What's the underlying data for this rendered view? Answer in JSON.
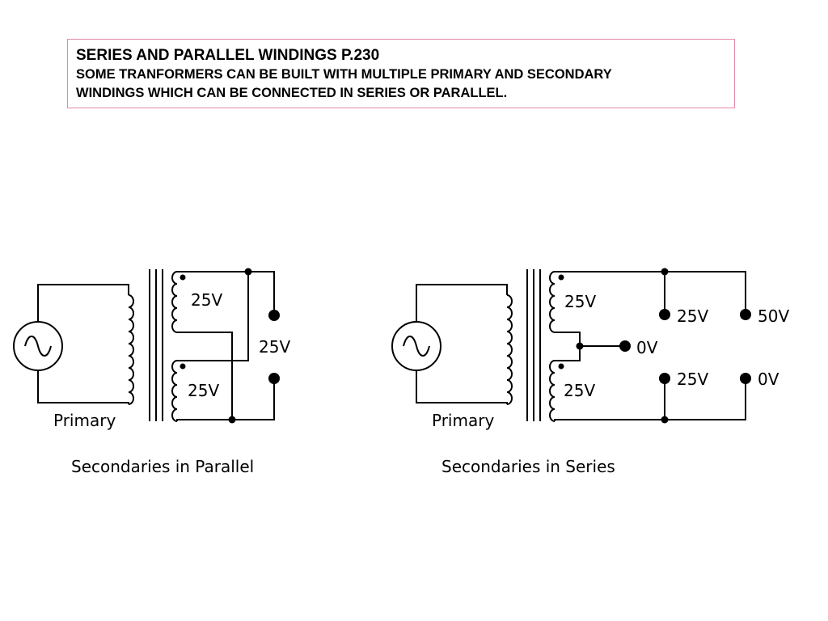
{
  "title": {
    "heading": "SERIES AND PARALLEL WINDINGS P.230",
    "line2": "SOME TRANFORMERS CAN BE BUILT WITH MULTIPLE PRIMARY AND SECONDARY",
    "line3": "WINDINGS WHICH CAN BE CONNECTED IN SERIES OR PARALLEL."
  },
  "parallel": {
    "primary_label": "Primary",
    "upper_secondary_label": "25V",
    "lower_secondary_label": "25V",
    "output_label": "25V",
    "caption": "Secondaries in Parallel"
  },
  "series": {
    "primary_label": "Primary",
    "upper_secondary_label": "25V",
    "lower_secondary_label": "25V",
    "center_tap_label": "0V",
    "top_left_label": "25V",
    "top_right_label": "50V",
    "bottom_left_label": "25V",
    "bottom_right_label": "0V",
    "caption": "Secondaries in Series"
  },
  "colors": {
    "line": "#000000",
    "title_border": "#e58aa6"
  }
}
